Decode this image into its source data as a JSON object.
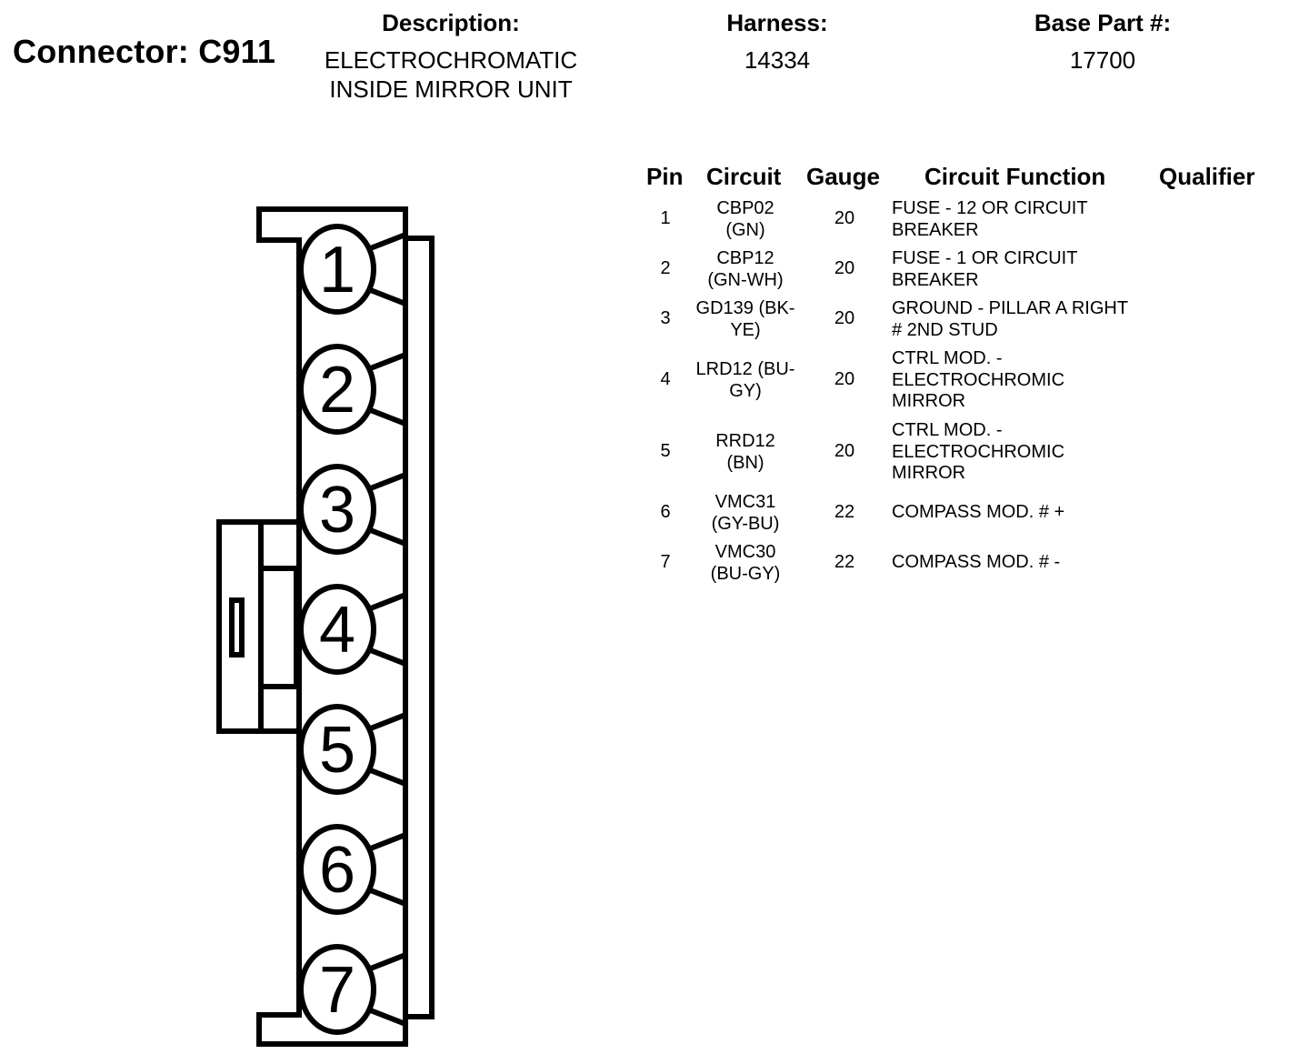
{
  "connector": {
    "label": "Connector: C911"
  },
  "description": {
    "header": "Description:",
    "line1": "ELECTROCHROMATIC",
    "line2": "INSIDE MIRROR UNIT"
  },
  "harness": {
    "header": "Harness:",
    "value": "14334"
  },
  "base_part": {
    "header": "Base Part #:",
    "value": "17700"
  },
  "table": {
    "headers": {
      "pin": "Pin",
      "circuit": "Circuit",
      "gauge": "Gauge",
      "function": "Circuit Function",
      "qualifier": "Qualifier"
    },
    "rows": [
      {
        "pin": "1",
        "circuit_l1": "CBP02",
        "circuit_l2": "(GN)",
        "gauge": "20",
        "func_l1": "FUSE - 12 OR CIRCUIT",
        "func_l2": "BREAKER",
        "func_l3": "",
        "qualifier": ""
      },
      {
        "pin": "2",
        "circuit_l1": "CBP12",
        "circuit_l2": "(GN-WH)",
        "gauge": "20",
        "func_l1": "FUSE - 1 OR CIRCUIT",
        "func_l2": "BREAKER",
        "func_l3": "",
        "qualifier": ""
      },
      {
        "pin": "3",
        "circuit_l1": "GD139 (BK-",
        "circuit_l2": "YE)",
        "gauge": "20",
        "func_l1": "GROUND - PILLAR A RIGHT",
        "func_l2": "# 2ND STUD",
        "func_l3": "",
        "qualifier": ""
      },
      {
        "pin": "4",
        "circuit_l1": "LRD12 (BU-",
        "circuit_l2": "GY)",
        "gauge": "20",
        "func_l1": "CTRL MOD. -",
        "func_l2": "ELECTROCHROMIC",
        "func_l3": "MIRROR",
        "qualifier": ""
      },
      {
        "pin": "5",
        "circuit_l1": "RRD12",
        "circuit_l2": "(BN)",
        "gauge": "20",
        "func_l1": "CTRL MOD. -",
        "func_l2": "ELECTROCHROMIC",
        "func_l3": "MIRROR",
        "qualifier": ""
      },
      {
        "pin": "6",
        "circuit_l1": "VMC31",
        "circuit_l2": "(GY-BU)",
        "gauge": "22",
        "func_l1": "COMPASS MOD. # +",
        "func_l2": "",
        "func_l3": "",
        "qualifier": ""
      },
      {
        "pin": "7",
        "circuit_l1": "VMC30",
        "circuit_l2": "(BU-GY)",
        "gauge": "22",
        "func_l1": "COMPASS MOD. # -",
        "func_l2": "",
        "func_l3": "",
        "qualifier": ""
      }
    ]
  },
  "diagram": {
    "pins": [
      "1",
      "2",
      "3",
      "4",
      "5",
      "6",
      "7"
    ]
  }
}
